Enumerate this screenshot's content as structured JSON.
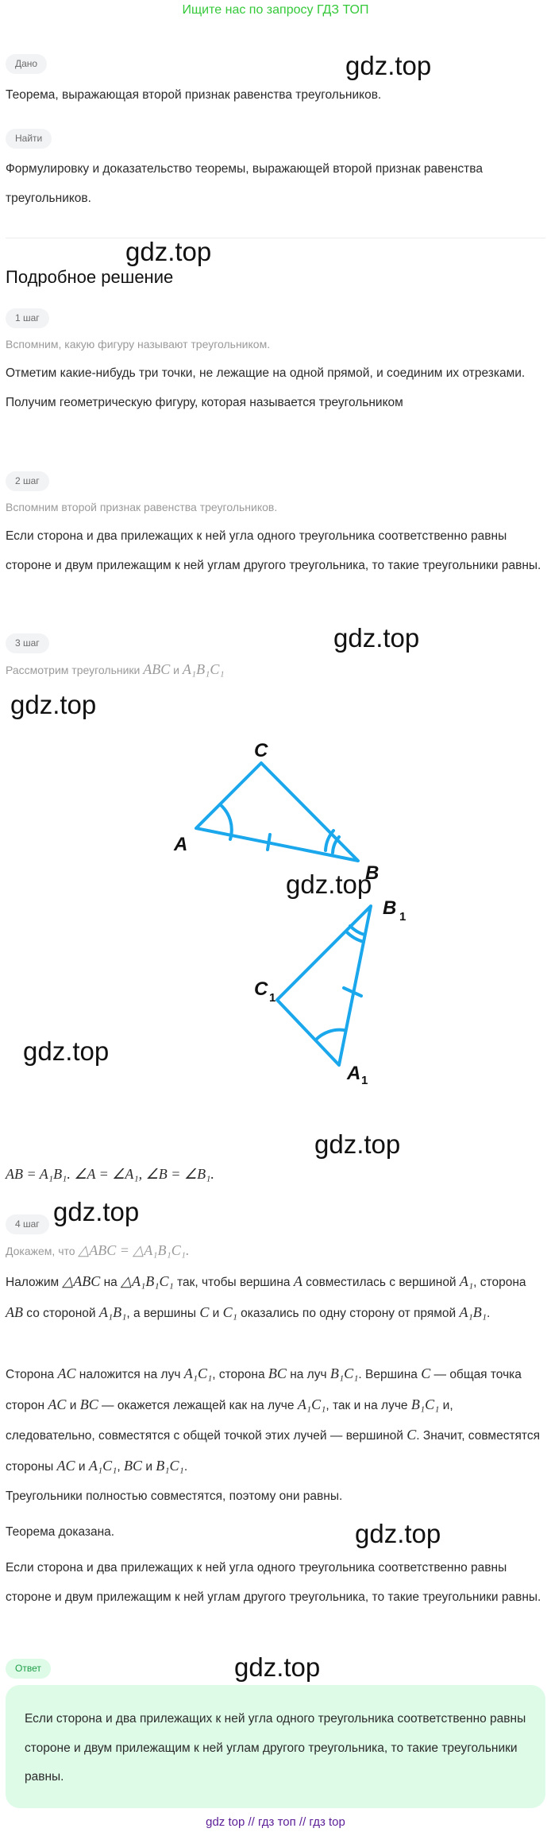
{
  "banner": "Ищите нас по запросу ГДЗ ТОП",
  "watermark": "gdz.top",
  "given": {
    "label": "Дано",
    "text": "Теорема, выражающая второй признак равенства треугольников."
  },
  "find": {
    "label": "Найти",
    "text": "Формулировку и доказательство теоремы, выражающей второй признак равенства треугольников."
  },
  "solution_title": "Подробное решение",
  "steps": [
    {
      "label": "1 шаг",
      "hint": [
        [
          "t",
          "Вспомним, какую фигуру называют треугольником."
        ]
      ],
      "body": [
        [
          [
            "t",
            "Отметим какие-нибудь три точки, не лежащие на одной прямой, и соединим их отрезками. Получим геометрическую фигуру, которая называется треугольником"
          ]
        ]
      ]
    },
    {
      "label": "2 шаг",
      "hint": [
        [
          "t",
          "Вспомним второй признак равенства треугольников."
        ]
      ],
      "body": [
        [
          [
            "t",
            "Если сторона и два прилежащих к ней угла одного треугольника соответственно равны стороне и двум прилежащим к ней углам другого треугольника, то такие треугольники равны."
          ]
        ]
      ]
    },
    {
      "label": "3 шаг",
      "hint": [
        [
          "t",
          "Рассмотрим треугольники "
        ],
        [
          "m",
          "ABC"
        ],
        [
          "t",
          " и "
        ],
        [
          "m",
          "A₁B₁C₁"
        ]
      ],
      "body": [
        [
          [
            "m",
            "AB = A₁B₁. ∠A = ∠A₁, ∠B = ∠B₁."
          ]
        ]
      ]
    },
    {
      "label": "4 шаг",
      "hint": [
        [
          "t",
          "Докажем, что "
        ],
        [
          "m",
          "△ABC = △A₁B₁C₁."
        ]
      ],
      "body": [
        [
          [
            "t",
            "Наложим "
          ],
          [
            "m",
            "△ABC"
          ],
          [
            "t",
            " на "
          ],
          [
            "m",
            "△A₁B₁C₁"
          ],
          [
            "t",
            " так, чтобы вершина "
          ],
          [
            "m",
            "A"
          ],
          [
            "t",
            " совместилась с вершиной "
          ],
          [
            "m",
            "A₁"
          ],
          [
            "t",
            ", сторона "
          ],
          [
            "m",
            "AB"
          ],
          [
            "t",
            " со стороной "
          ],
          [
            "m",
            "A₁B₁"
          ],
          [
            "t",
            ", а вершины "
          ],
          [
            "m",
            "C"
          ],
          [
            "t",
            " и "
          ],
          [
            "m",
            "C₁"
          ],
          [
            "t",
            " оказались по одну сторону от прямой "
          ],
          [
            "m",
            "A₁B₁"
          ],
          [
            "t",
            "."
          ]
        ],
        [
          [
            "t",
            "Сторона "
          ],
          [
            "m",
            "AC"
          ],
          [
            "t",
            " наложится на луч "
          ],
          [
            "m",
            "A₁C₁"
          ],
          [
            "t",
            ", сторона "
          ],
          [
            "m",
            "BC"
          ],
          [
            "t",
            " на луч "
          ],
          [
            "m",
            "B₁C₁"
          ],
          [
            "t",
            ". Вершина "
          ],
          [
            "m",
            "C"
          ],
          [
            "t",
            " — общая точка сторон "
          ],
          [
            "m",
            "AC"
          ],
          [
            "t",
            " и "
          ],
          [
            "m",
            "BC"
          ],
          [
            "t",
            " — окажется лежащей как на луче "
          ],
          [
            "m",
            "A₁C₁"
          ],
          [
            "t",
            ", так и на луче "
          ],
          [
            "m",
            "B₁C₁"
          ],
          [
            "t",
            " и, следовательно, совместятся с общей точкой этих лучей — вершиной "
          ],
          [
            "m",
            "C"
          ],
          [
            "t",
            ". Значит, совместятся стороны "
          ],
          [
            "m",
            "AC"
          ],
          [
            "t",
            " и "
          ],
          [
            "m",
            "A₁C₁"
          ],
          [
            "t",
            ", "
          ],
          [
            "m",
            "BC"
          ],
          [
            "t",
            " и "
          ],
          [
            "m",
            "B₁C₁"
          ],
          [
            "t",
            "."
          ]
        ],
        [
          [
            "t",
            "Треугольники полностью совместятся, поэтому они равны."
          ]
        ],
        [
          [
            "t",
            "Теорема доказана."
          ]
        ],
        [
          [
            "t",
            "Если сторона и два прилежащих к ней угла одного треугольника соответственно равны стороне и двум прилежащим к ней углам другого треугольника, то такие треугольники равны."
          ]
        ]
      ]
    }
  ],
  "figure": {
    "labels": {
      "A": "A",
      "B": "B",
      "C": "C",
      "A1": "A",
      "B1": "B",
      "C1": "C",
      "sub": "1"
    },
    "color": "#1aa7ec"
  },
  "answer": {
    "label": "Ответ",
    "text": "Если сторона и два прилежащих к ней угла одного треугольника соответственно равны стороне и двум прилежащим к ней углам другого треугольника, то такие треугольники равны."
  },
  "footer": "gdz top  //  гдз топ  //  гдз top"
}
